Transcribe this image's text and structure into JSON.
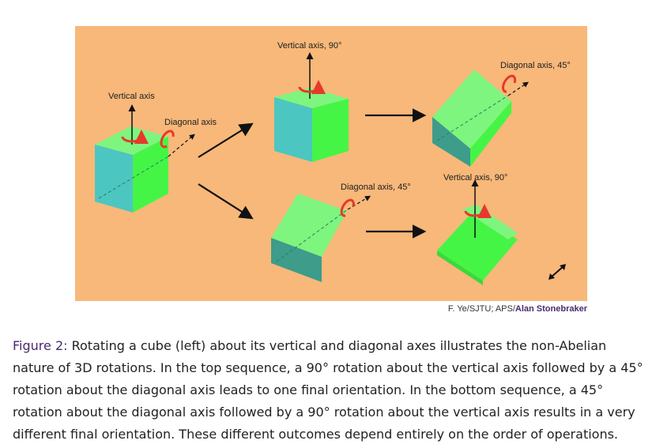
{
  "figure": {
    "background": "#f7b87a",
    "cube_colors": {
      "teal": "#4cc6c0",
      "green": "#45f545",
      "light_green": "#7ef57e",
      "dark_teal": "#3d9c8a"
    },
    "labels": {
      "left_vertical": "Vertical axis",
      "left_diagonal": "Diagonal axis",
      "top_vertical": "Vertical axis, 90°",
      "top_diagonal": "Diagonal axis, 45°",
      "bottom_diagonal": "Diagonal axis, 45°",
      "bottom_vertical": "Vertical axis, 90°"
    },
    "expand_icon": "expand-arrows-icon"
  },
  "credit": {
    "prefix": "F. Ye/SJTU; APS/",
    "link": "Alan Stonebraker"
  },
  "caption": {
    "label": "Figure 2:",
    "text": " Rotating a cube (left) about its vertical and diagonal axes illustrates the non-Abelian nature of 3D rotations. In the top sequence, a 90° rotation about the vertical axis followed by a 45° rotation about the diagonal axis leads to one final orientation. In the bottom sequence, a 45° rotation about the diagonal axis followed by a 90° rotation about the vertical axis results in a very different final orientation. These different outcomes depend entirely on the order of operations."
  }
}
